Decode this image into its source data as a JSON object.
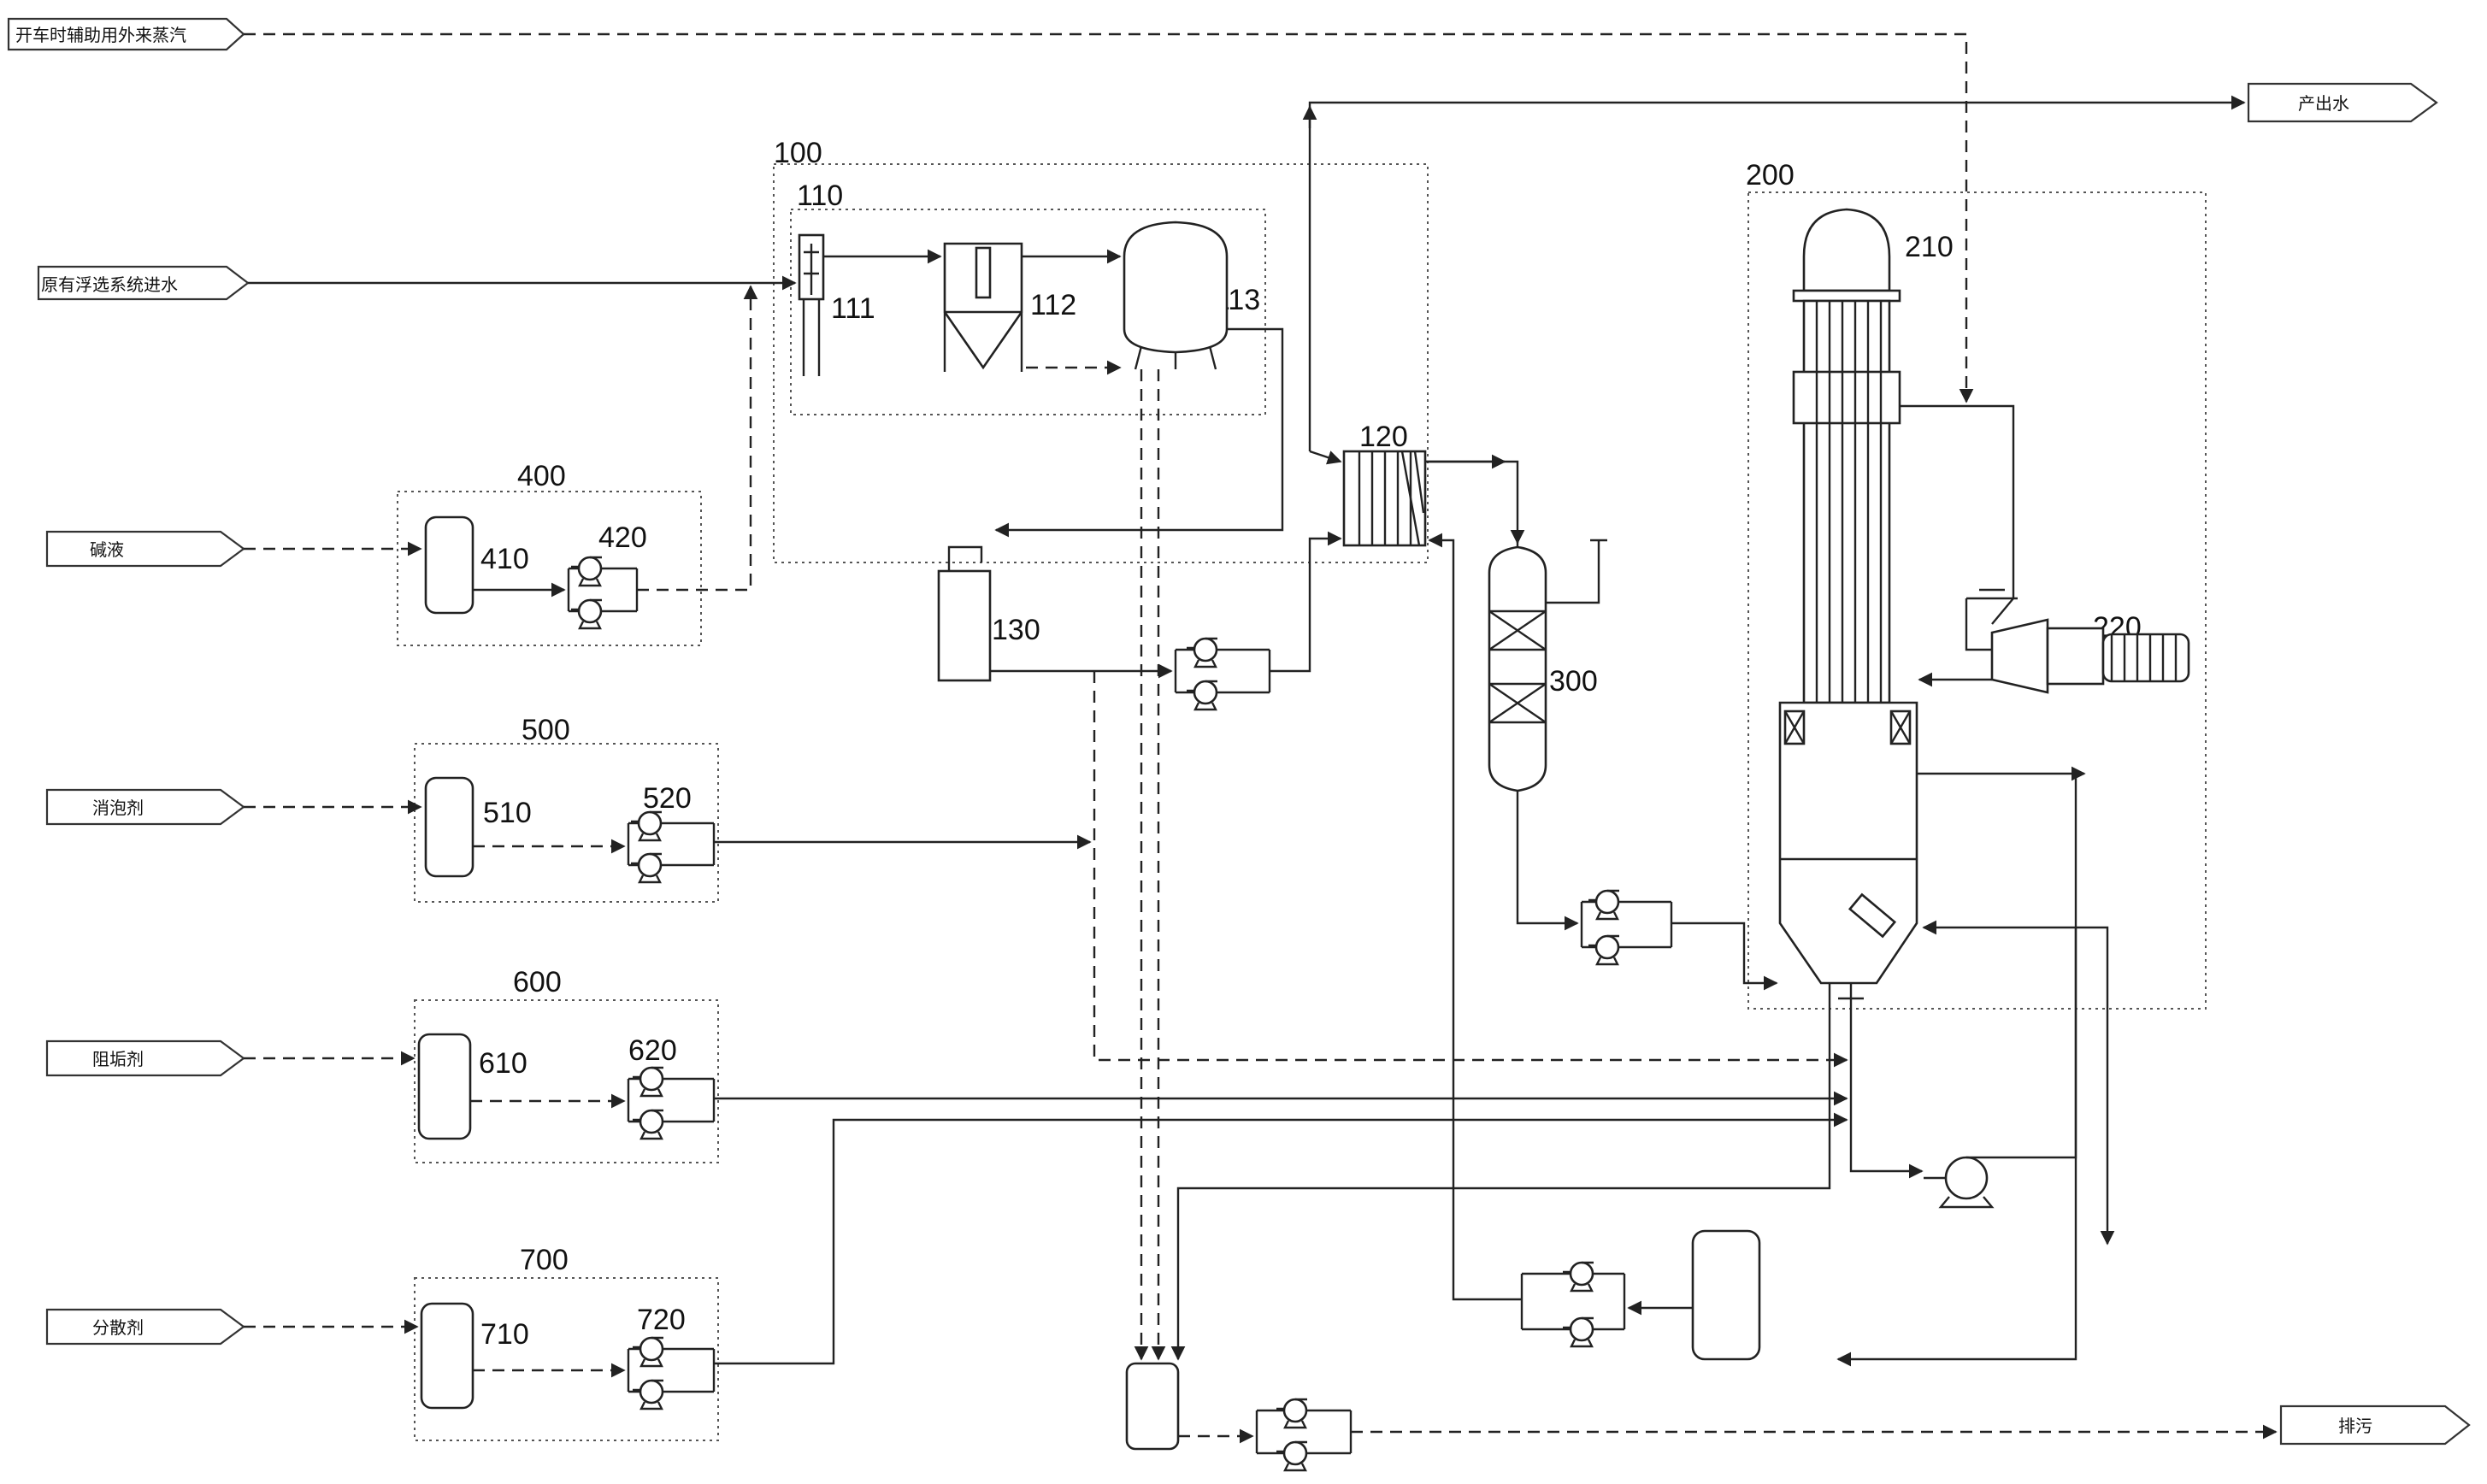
{
  "streams": {
    "startup_steam": "开车时辅助用外来蒸汽",
    "feed_water": "原有浮选系统进水",
    "alkali": "碱液",
    "defoamer": "消泡剂",
    "scale_inhibitor": "阻垢剂",
    "dispersant": "分散剂",
    "product_water": "产出水",
    "blowdown": "排污"
  },
  "units": {
    "u100": "100",
    "u110": "110",
    "u111": "111",
    "u112": "112",
    "u113": "113",
    "u120": "120",
    "u130": "130",
    "u200": "200",
    "u210": "210",
    "u220": "220",
    "u300": "300",
    "u400": "400",
    "u410": "410",
    "u420": "420",
    "u500": "500",
    "u510": "510",
    "u520": "520",
    "u600": "600",
    "u610": "610",
    "u620": "620",
    "u700": "700",
    "u710": "710",
    "u720": "720"
  }
}
